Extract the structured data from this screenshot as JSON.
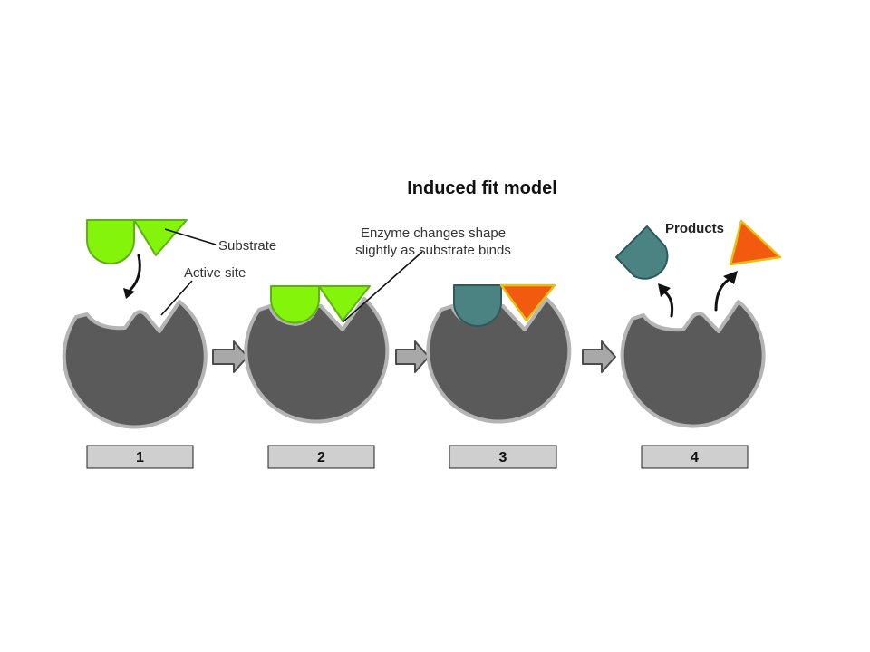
{
  "title": "Induced fit model",
  "labels": {
    "substrate": "Substrate",
    "active_site": "Active site",
    "enzyme_change_line1": "Enzyme changes shape",
    "enzyme_change_line2": "slightly as substrate binds",
    "products": "Products"
  },
  "steps": [
    "1",
    "2",
    "3",
    "4"
  ],
  "colors": {
    "enzyme": "#5a5a5a",
    "enzyme_outline": "#b4b4b4",
    "substrate": "#84f40b",
    "product_teal": "#4b8282",
    "product_red": "#f25a10",
    "step_box": "#cfcfcf"
  }
}
